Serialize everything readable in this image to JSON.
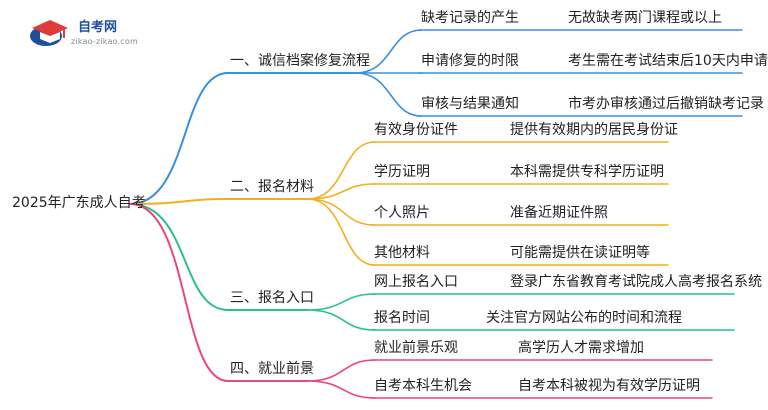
{
  "logo": {
    "name": "自考网",
    "domain": "zikao-zikao.com"
  },
  "root": "2025年广东成人自考",
  "colors": {
    "b0": "#3a8fe0",
    "b1": "#f2b01e",
    "b2": "#27c28a",
    "b3": "#e8477f",
    "logo": "#1f4f9c"
  },
  "branches": [
    {
      "label": "一、诚信档案修复流程",
      "children": [
        {
          "label": "缺考记录的产生",
          "detail": "无故缺考两门课程或以上"
        },
        {
          "label": "申请修复的时限",
          "detail": "考生需在考试结束后10天内申请"
        },
        {
          "label": "审核与结果通知",
          "detail": "市考办审核通过后撤销缺考记录"
        }
      ]
    },
    {
      "label": "二、报名材料",
      "children": [
        {
          "label": "有效身份证件",
          "detail": "提供有效期内的居民身份证"
        },
        {
          "label": "学历证明",
          "detail": "本科需提供专科学历证明"
        },
        {
          "label": "个人照片",
          "detail": "准备近期证件照"
        },
        {
          "label": "其他材料",
          "detail": "可能需提供在读证明等"
        }
      ]
    },
    {
      "label": "三、报名入口",
      "children": [
        {
          "label": "网上报名入口",
          "detail": "登录广东省教育考试院成人高考报名系统"
        },
        {
          "label": "报名时间",
          "detail": "关注官方网站公布的时间和流程"
        }
      ]
    },
    {
      "label": "四、就业前景",
      "children": [
        {
          "label": "就业前景乐观",
          "detail": "高学历人才需求增加"
        },
        {
          "label": "自考本科生机会",
          "detail": "自考本科被视为有效学历证明"
        }
      ]
    }
  ]
}
